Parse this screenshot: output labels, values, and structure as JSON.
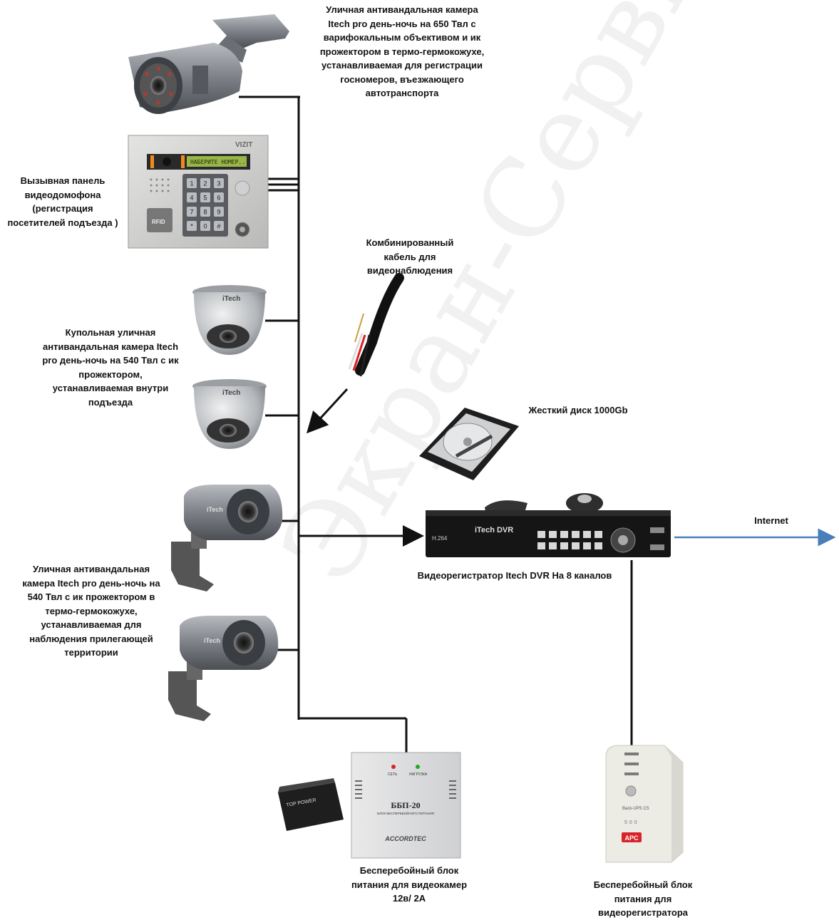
{
  "labels": {
    "camera_bullet_top": "Уличная антивандальная камера\nItech pro день-ночь на 650 Твл с\nварифокальным объективом и ик\nпрожектором   в термо-гермокожухе,\nустанавливаемая для регистрации\nгосномеров, въезжающего\nавтотранспорта",
    "intercom_panel": "Вызывная панель\nвидеодомофона\n(регистрация\nпосетителей подъезда )",
    "cable": "Комбинированный\nкабель для\nвидеонаблюдения",
    "dome_cameras": "Купольная уличная\nантивандальная камера Itech\npro день-ночь на 540 Твл с ик\nпрожектором,\nустанавливаемая внутри\nподъезда",
    "hdd": "Жесткий диск 1000Gb",
    "internet": "Internet",
    "dvr": "Видеорегистратор Itech DVR На 8 каналов",
    "street_cameras": "Уличная антивандальная\nкамера Itech pro день-ночь на\n540 Твл с ик прожектором в\nтермо-гермокожухе,\nустанавливаемая для\nнаблюдения прилегающей\nтерритории",
    "ups_cameras": "Бесперебойный блок\nпитания для видеокамер\n12в/ 2А",
    "ups_dvr": "Бесперебойный блок\nпитания для\nвидеорегистратора"
  },
  "device_text": {
    "intercom_brand": "VIZIT",
    "intercom_display": "НАБЕРИТЕ НОМЕР...",
    "intercom_rfid": "RFID",
    "intercom_keys": [
      "1",
      "2",
      "3",
      "4",
      "5",
      "6",
      "7",
      "8",
      "9",
      "*",
      "0",
      "#"
    ],
    "dome_brand": "iTech",
    "bullet_brand": "iTech",
    "dvr_brand": "iTech DVR",
    "dvr_codec": "H.264",
    "psu_model": "ББП-20",
    "psu_subtitle": "БЛОК БЕСПЕРЕБОЙНОГО ПИТАНИЯ",
    "psu_brand": "ACCORDTEC",
    "psu_led_1": "СЕТЬ",
    "psu_led_2": "НАГРУЗКА",
    "battery_label": "TOP POWER",
    "ups_model": "Back-UPS CS",
    "ups_capacity": "500",
    "ups_brand": "APC"
  },
  "watermark": "Экран-Сервис",
  "colors": {
    "wire": "#111111",
    "internet_arrow": "#4a7ebb",
    "device_gray": "#8c8f94",
    "device_dark": "#3a3d42",
    "ups_body": "#ecebe4",
    "apc_red": "#d8232a"
  }
}
